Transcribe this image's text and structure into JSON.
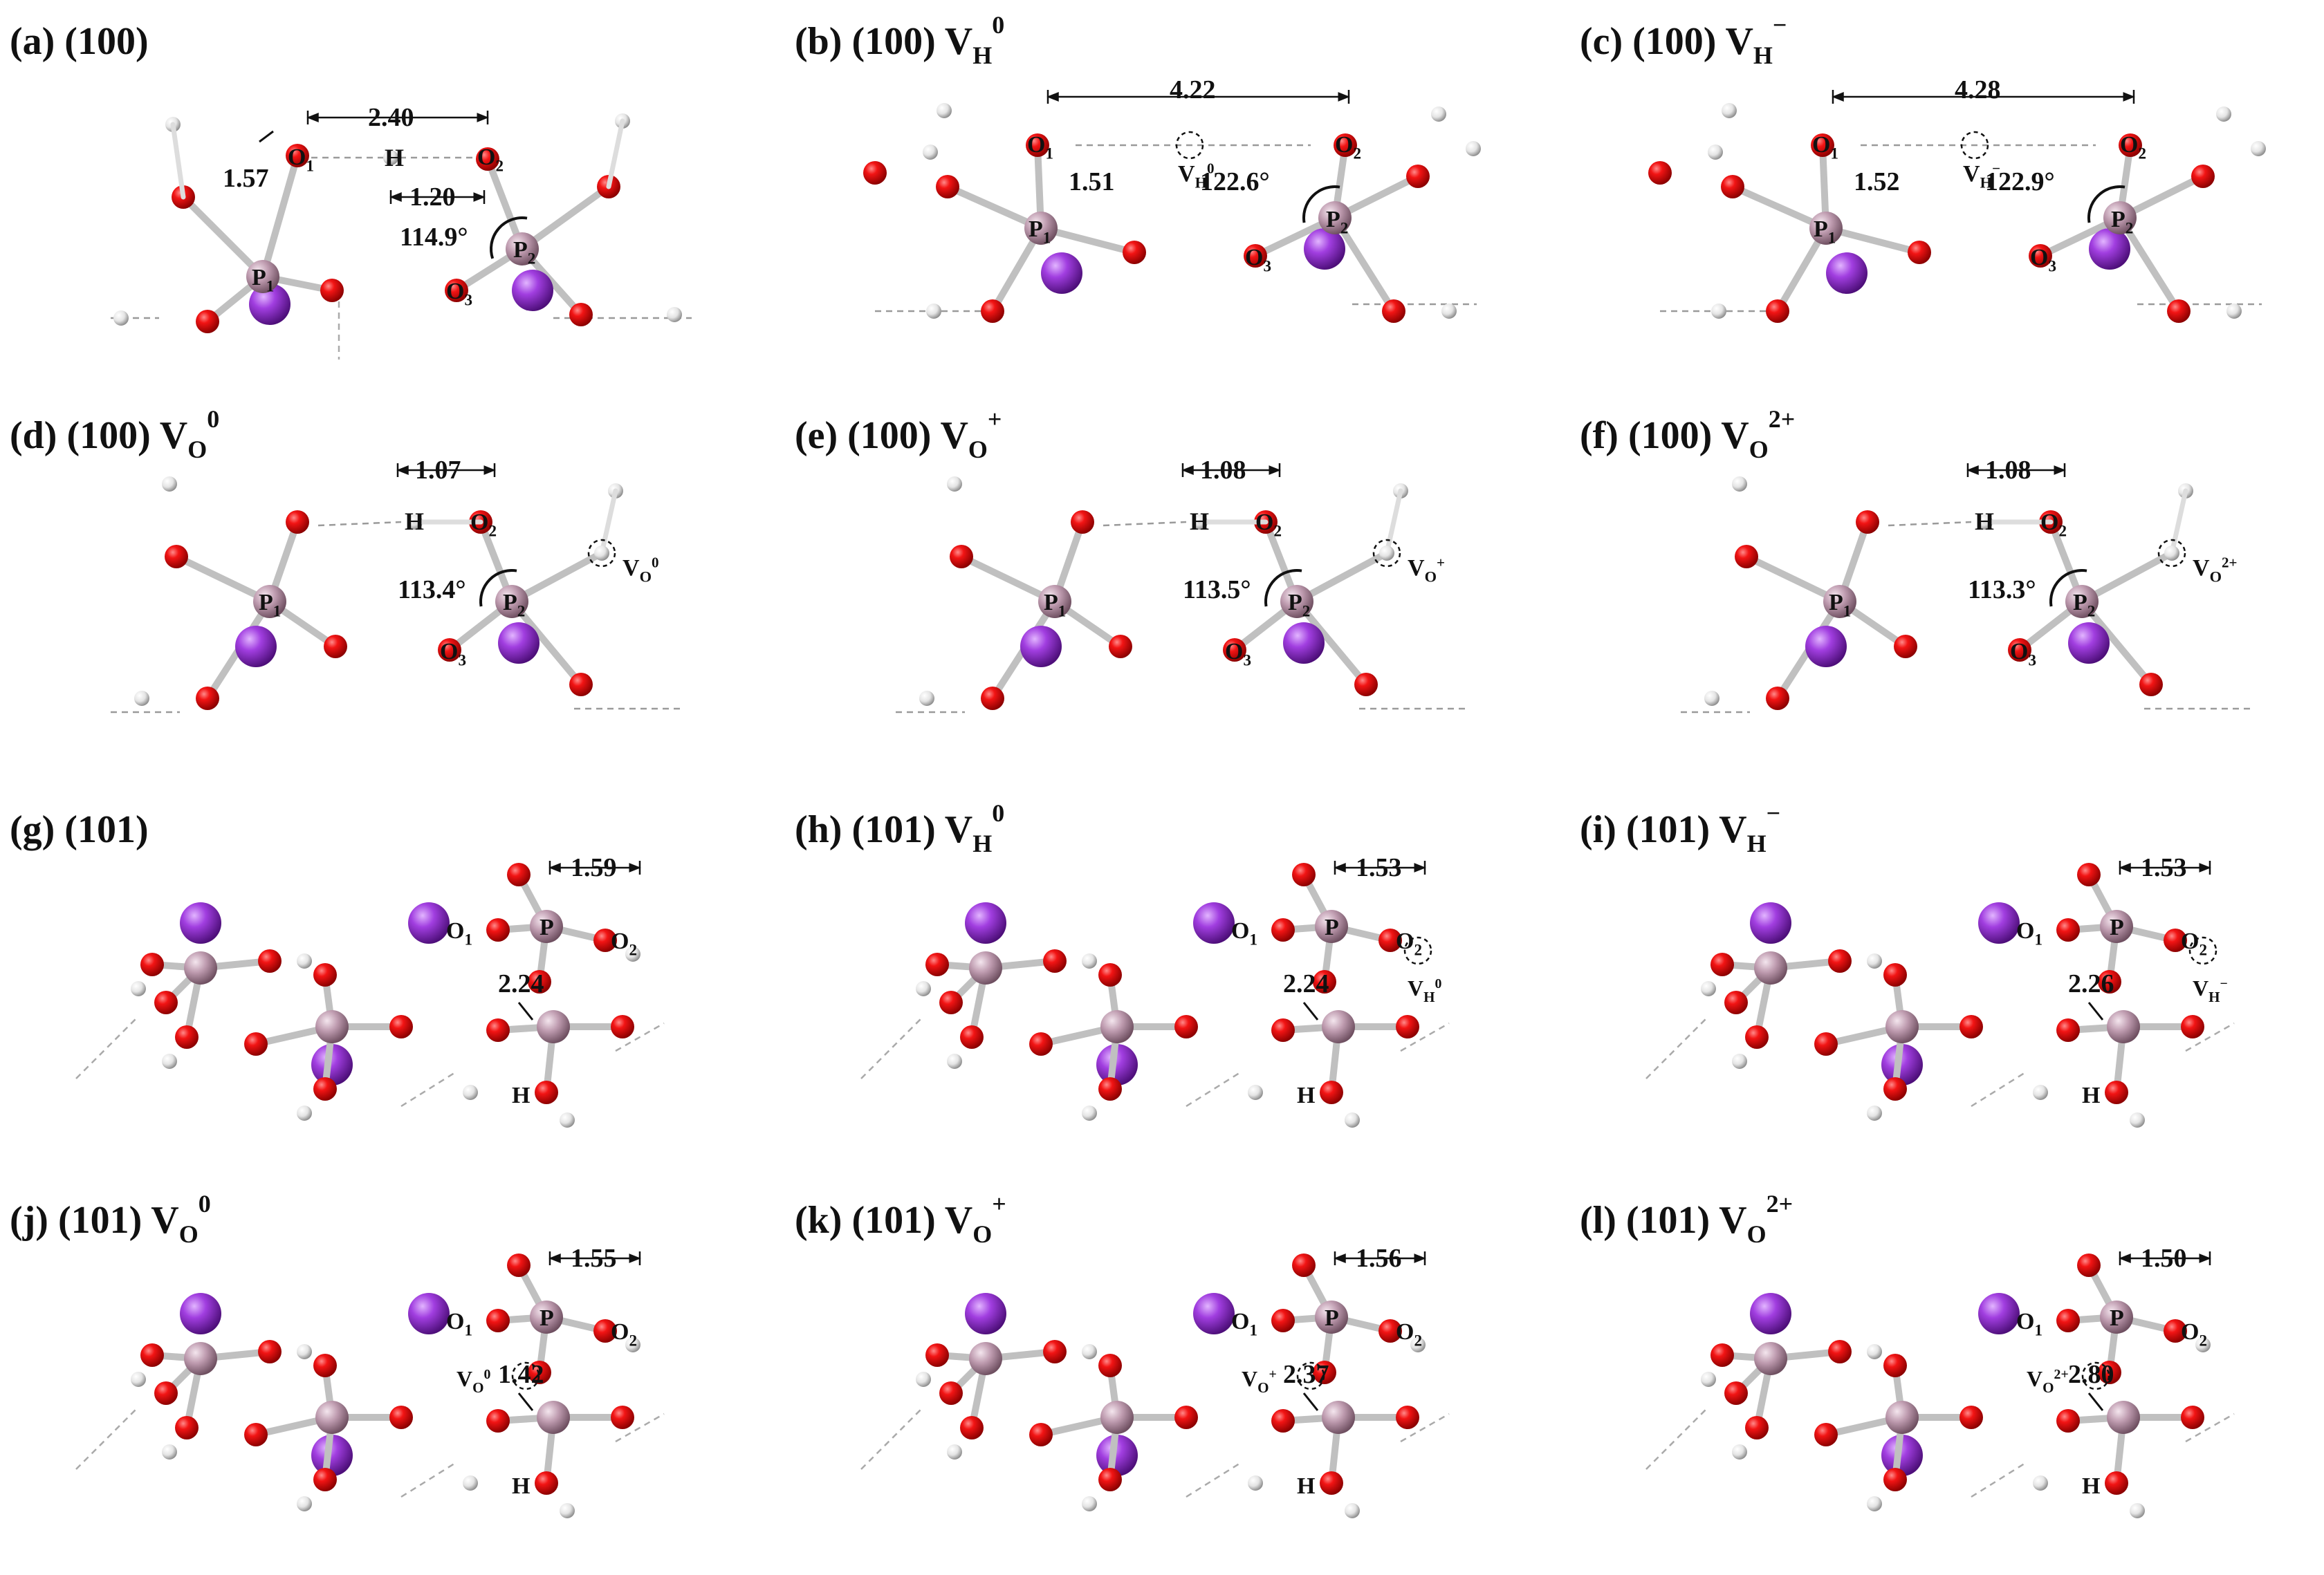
{
  "colors": {
    "oxygen": "#ee1111",
    "phosphorus": "#c8a2b6",
    "potassium": "#9b3fd8",
    "hydrogen": "#e8e8e8",
    "bond_phosphorus": "#b8909f",
    "text": "#111111"
  },
  "panels": [
    {
      "id": "a",
      "letter": "(a)",
      "surface": "(100)",
      "species": "",
      "sup": "",
      "labels": [
        {
          "text": "2.40",
          "role": "bond-length"
        },
        {
          "text": "1.57",
          "role": "bond-length"
        },
        {
          "text": "1.20",
          "role": "bond-length"
        },
        {
          "text": "114.9°",
          "role": "angle"
        },
        {
          "text": "H",
          "role": "atom"
        },
        {
          "text": "O₁",
          "role": "atom"
        },
        {
          "text": "O₂",
          "role": "atom"
        },
        {
          "text": "O₃",
          "role": "atom"
        },
        {
          "text": "P₁",
          "role": "atom"
        },
        {
          "text": "P₂",
          "role": "atom"
        }
      ]
    },
    {
      "id": "b",
      "letter": "(b)",
      "surface": "(100)",
      "species": "V",
      "sub": "H",
      "sup": "0",
      "labels": [
        {
          "text": "4.22",
          "role": "bond-length"
        },
        {
          "text": "1.51",
          "role": "bond-length"
        },
        {
          "text": "122.6°",
          "role": "angle"
        },
        {
          "text": "V_H⁰",
          "role": "vacancy"
        },
        {
          "text": "O₁",
          "role": "atom"
        },
        {
          "text": "O₂",
          "role": "atom"
        },
        {
          "text": "O₃",
          "role": "atom"
        },
        {
          "text": "P₁",
          "role": "atom"
        },
        {
          "text": "P₂",
          "role": "atom"
        }
      ]
    },
    {
      "id": "c",
      "letter": "(c)",
      "surface": "(100)",
      "species": "V",
      "sub": "H",
      "sup": "−",
      "labels": [
        {
          "text": "4.28",
          "role": "bond-length"
        },
        {
          "text": "1.52",
          "role": "bond-length"
        },
        {
          "text": "122.9°",
          "role": "angle"
        },
        {
          "text": "V_H⁻",
          "role": "vacancy"
        },
        {
          "text": "O₁",
          "role": "atom"
        },
        {
          "text": "O₂",
          "role": "atom"
        },
        {
          "text": "O₃",
          "role": "atom"
        },
        {
          "text": "P₁",
          "role": "atom"
        },
        {
          "text": "P₂",
          "role": "atom"
        }
      ]
    },
    {
      "id": "d",
      "letter": "(d)",
      "surface": "(100)",
      "species": "V",
      "sub": "O",
      "sup": "0",
      "labels": [
        {
          "text": "1.07",
          "role": "bond-length"
        },
        {
          "text": "113.4°",
          "role": "angle"
        },
        {
          "text": "V_O⁰",
          "role": "vacancy"
        },
        {
          "text": "H",
          "role": "atom"
        },
        {
          "text": "O₂",
          "role": "atom"
        },
        {
          "text": "O₃",
          "role": "atom"
        },
        {
          "text": "P₁",
          "role": "atom"
        },
        {
          "text": "P₂",
          "role": "atom"
        }
      ]
    },
    {
      "id": "e",
      "letter": "(e)",
      "surface": "(100)",
      "species": "V",
      "sub": "O",
      "sup": "+",
      "labels": [
        {
          "text": "1.08",
          "role": "bond-length"
        },
        {
          "text": "113.5°",
          "role": "angle"
        },
        {
          "text": "V_O⁺",
          "role": "vacancy"
        },
        {
          "text": "H",
          "role": "atom"
        },
        {
          "text": "O₂",
          "role": "atom"
        },
        {
          "text": "O₃",
          "role": "atom"
        },
        {
          "text": "P₁",
          "role": "atom"
        },
        {
          "text": "P₂",
          "role": "atom"
        }
      ]
    },
    {
      "id": "f",
      "letter": "(f)",
      "surface": "(100)",
      "species": "V",
      "sub": "O",
      "sup": "2+",
      "labels": [
        {
          "text": "1.08",
          "role": "bond-length"
        },
        {
          "text": "113.3°",
          "role": "angle"
        },
        {
          "text": "V_O²⁺",
          "role": "vacancy"
        },
        {
          "text": "H",
          "role": "atom"
        },
        {
          "text": "O₂",
          "role": "atom"
        },
        {
          "text": "O₃",
          "role": "atom"
        },
        {
          "text": "P₁",
          "role": "atom"
        },
        {
          "text": "P₂",
          "role": "atom"
        }
      ]
    },
    {
      "id": "g",
      "letter": "(g)",
      "surface": "(101)",
      "species": "",
      "sup": "",
      "labels": [
        {
          "text": "1.59",
          "role": "bond-length"
        },
        {
          "text": "2.24",
          "role": "bond-length"
        },
        {
          "text": "O₁",
          "role": "atom"
        },
        {
          "text": "O₂",
          "role": "atom"
        },
        {
          "text": "P",
          "role": "atom"
        },
        {
          "text": "H",
          "role": "atom"
        }
      ]
    },
    {
      "id": "h",
      "letter": "(h)",
      "surface": "(101)",
      "species": "V",
      "sub": "H",
      "sup": "0",
      "labels": [
        {
          "text": "1.53",
          "role": "bond-length"
        },
        {
          "text": "2.24",
          "role": "bond-length"
        },
        {
          "text": "V_H⁰",
          "role": "vacancy"
        },
        {
          "text": "O₁",
          "role": "atom"
        },
        {
          "text": "O₂",
          "role": "atom"
        },
        {
          "text": "P",
          "role": "atom"
        },
        {
          "text": "H",
          "role": "atom"
        }
      ]
    },
    {
      "id": "i",
      "letter": "(i)",
      "surface": "(101)",
      "species": "V",
      "sub": "H",
      "sup": "−",
      "labels": [
        {
          "text": "1.53",
          "role": "bond-length"
        },
        {
          "text": "2.26",
          "role": "bond-length"
        },
        {
          "text": "V_H⁻",
          "role": "vacancy"
        },
        {
          "text": "O₁",
          "role": "atom"
        },
        {
          "text": "O₂",
          "role": "atom"
        },
        {
          "text": "P",
          "role": "atom"
        },
        {
          "text": "H",
          "role": "atom"
        }
      ]
    },
    {
      "id": "j",
      "letter": "(j)",
      "surface": "(101)",
      "species": "V",
      "sub": "O",
      "sup": "0",
      "labels": [
        {
          "text": "1.55",
          "role": "bond-length"
        },
        {
          "text": "1.42",
          "role": "bond-length"
        },
        {
          "text": "V_O⁰",
          "role": "vacancy"
        },
        {
          "text": "O₁",
          "role": "atom"
        },
        {
          "text": "O₂",
          "role": "atom"
        },
        {
          "text": "P",
          "role": "atom"
        },
        {
          "text": "H",
          "role": "atom"
        }
      ]
    },
    {
      "id": "k",
      "letter": "(k)",
      "surface": "(101)",
      "species": "V",
      "sub": "O",
      "sup": "+",
      "labels": [
        {
          "text": "1.56",
          "role": "bond-length"
        },
        {
          "text": "2.37",
          "role": "bond-length"
        },
        {
          "text": "V_O⁺",
          "role": "vacancy"
        },
        {
          "text": "O₁",
          "role": "atom"
        },
        {
          "text": "O₂",
          "role": "atom"
        },
        {
          "text": "P",
          "role": "atom"
        },
        {
          "text": "H",
          "role": "atom"
        }
      ]
    },
    {
      "id": "l",
      "letter": "(l)",
      "surface": "(101)",
      "species": "V",
      "sub": "O",
      "sup": "2+",
      "labels": [
        {
          "text": "1.50",
          "role": "bond-length"
        },
        {
          "text": "2.80",
          "role": "bond-length"
        },
        {
          "text": "V_O²⁺",
          "role": "vacancy"
        },
        {
          "text": "O₁",
          "role": "atom"
        },
        {
          "text": "O₂",
          "role": "atom"
        },
        {
          "text": "P",
          "role": "atom"
        },
        {
          "text": "H",
          "role": "atom"
        }
      ]
    }
  ]
}
